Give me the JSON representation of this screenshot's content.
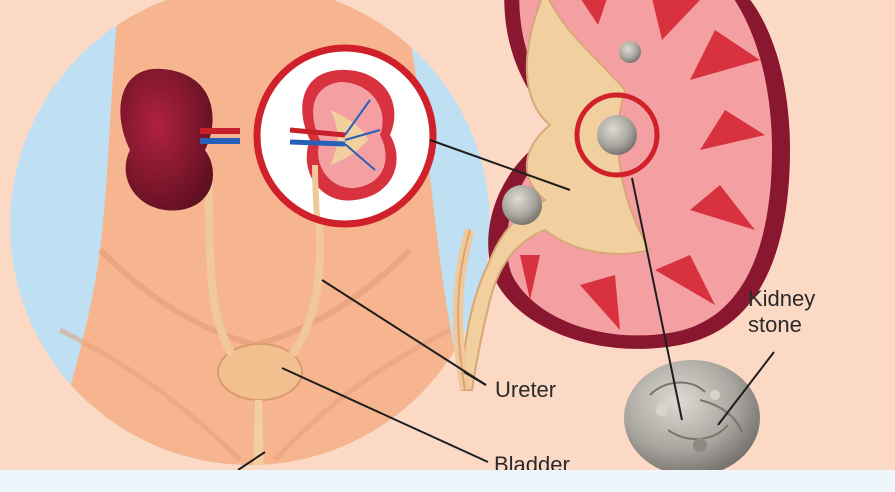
{
  "labels": {
    "kidney_stone_line1": "Kidney",
    "kidney_stone_line2": "stone",
    "ureter": "Ureter",
    "bladder": "Bladder"
  },
  "colors": {
    "background": "#fcd9c4",
    "skin": "#f6b58f",
    "circle_backdrop": "#bfdff2",
    "kidney_dark": "#8a1730",
    "kidney_red": "#d8323f",
    "kidney_pink": "#f4a0a3",
    "pelvis": "#f2cf9f",
    "stone": "#a9a6a0",
    "highlight_ring": "#d0202a",
    "bottom_bar": "#eef6fb"
  }
}
